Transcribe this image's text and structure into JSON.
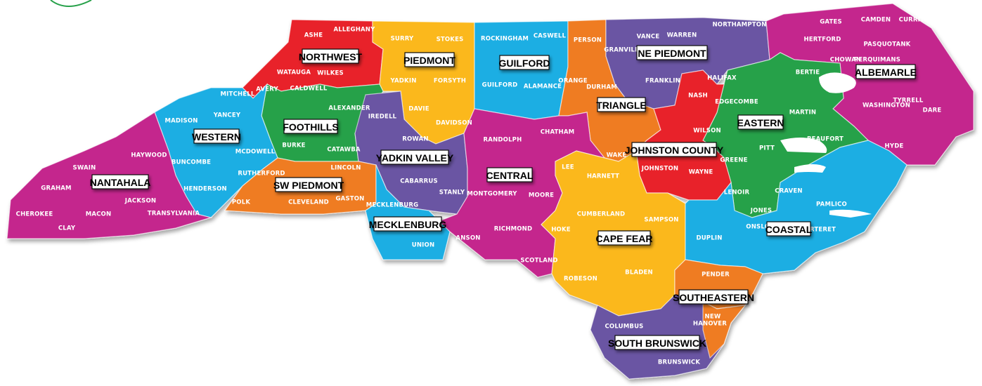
{
  "colors": {
    "red": "#e8232a",
    "yellow": "#fbb81a",
    "blue": "#1daee3",
    "orange": "#ef7c24",
    "purple": "#6a54a3",
    "magenta": "#c4288d",
    "green": "#27a14a"
  },
  "regions": [
    {
      "id": "northwest",
      "name": "NORTHWEST"
    },
    {
      "id": "piedmont",
      "name": "PIEDMONT"
    },
    {
      "id": "guilford",
      "name": "GUILFORD"
    },
    {
      "id": "ne-piedmont",
      "name": "NE PIEDMONT"
    },
    {
      "id": "albemarle",
      "name": "ALBEMARLE"
    },
    {
      "id": "foothills",
      "name": "FOOTHILLS"
    },
    {
      "id": "triangle",
      "name": "TRIANGLE"
    },
    {
      "id": "western",
      "name": "WESTERN"
    },
    {
      "id": "eastern",
      "name": "EASTERN"
    },
    {
      "id": "yadkin-valley",
      "name": "YADKIN VALLEY"
    },
    {
      "id": "johnston-county",
      "name": "JOHNSTON COUNTY"
    },
    {
      "id": "nantahala",
      "name": "NANTAHALA"
    },
    {
      "id": "central",
      "name": "CENTRAL"
    },
    {
      "id": "sw-piedmont",
      "name": "SW PIEDMONT"
    },
    {
      "id": "mecklenburg",
      "name": "MECKLENBURG"
    },
    {
      "id": "coastal",
      "name": "COASTAL"
    },
    {
      "id": "cape-fear",
      "name": "CAPE FEAR"
    },
    {
      "id": "southeastern",
      "name": "SOUTHEASTERN"
    },
    {
      "id": "south-brunswick",
      "name": "SOUTH BRUNSWICK"
    }
  ],
  "counties": [
    "ASHE",
    "ALLEGHANY",
    "SURRY",
    "STOKES",
    "ROCKINGHAM",
    "CASWELL",
    "PERSON",
    "GRANVILLE",
    "VANCE",
    "WARREN",
    "NORTHAMPTON",
    "GATES",
    "CAMDEN",
    "CURRITUCK",
    "HERTFORD",
    "PASQUOTANK",
    "CHOWAN",
    "PERQUIMANS",
    "WATAUGA",
    "WILKES",
    "YADKIN",
    "FORSYTH",
    "GUILFORD",
    "ALAMANCE",
    "ORANGE",
    "DURHAM",
    "HALIFAX",
    "FRANKLIN",
    "NASH",
    "BERTIE",
    "TYRRELL",
    "WASHINGTON",
    "DARE",
    "MITCHELL",
    "AVERY",
    "CALDWELL",
    "ALEXANDER",
    "DAVIE",
    "DAVIDSON",
    "IREDELL",
    "EDGECOMBE",
    "MARTIN",
    "MADISON",
    "YANCEY",
    "ROWAN",
    "RANDOLPH",
    "CHATHAM",
    "WAKE",
    "WILSON",
    "BEAUFORT",
    "HYDE",
    "BURKE",
    "CATAWBA",
    "MCDOWELL",
    "BUNCOMBE",
    "HAYWOOD",
    "SWAIN",
    "RUTHERFORD",
    "LINCOLN",
    "LEE",
    "HARNETT",
    "JOHNSTON",
    "WAYNE",
    "GREENE",
    "PITT",
    "GRAHAM",
    "JACKSON",
    "HENDERSON",
    "CABARRUS",
    "STANLY",
    "MONTGOMERY",
    "MOORE",
    "LENOIR",
    "CRAVEN",
    "PAMLICO",
    "CHEROKEE",
    "MACON",
    "POLK",
    "CLEVELAND",
    "GASTON",
    "MECKLENBURG",
    "CUMBERLAND",
    "SAMPSON",
    "JONES",
    "CLAY",
    "TRANSYLVANIA",
    "UNION",
    "ANSON",
    "RICHMOND",
    "HOKE",
    "DUPLIN",
    "ONSLOW",
    "CARTERET",
    "SCOTLAND",
    "ROBESON",
    "BLADEN",
    "PENDER",
    "NEW",
    "HANOVER",
    "COLUMBUS",
    "BRUNSWICK"
  ]
}
